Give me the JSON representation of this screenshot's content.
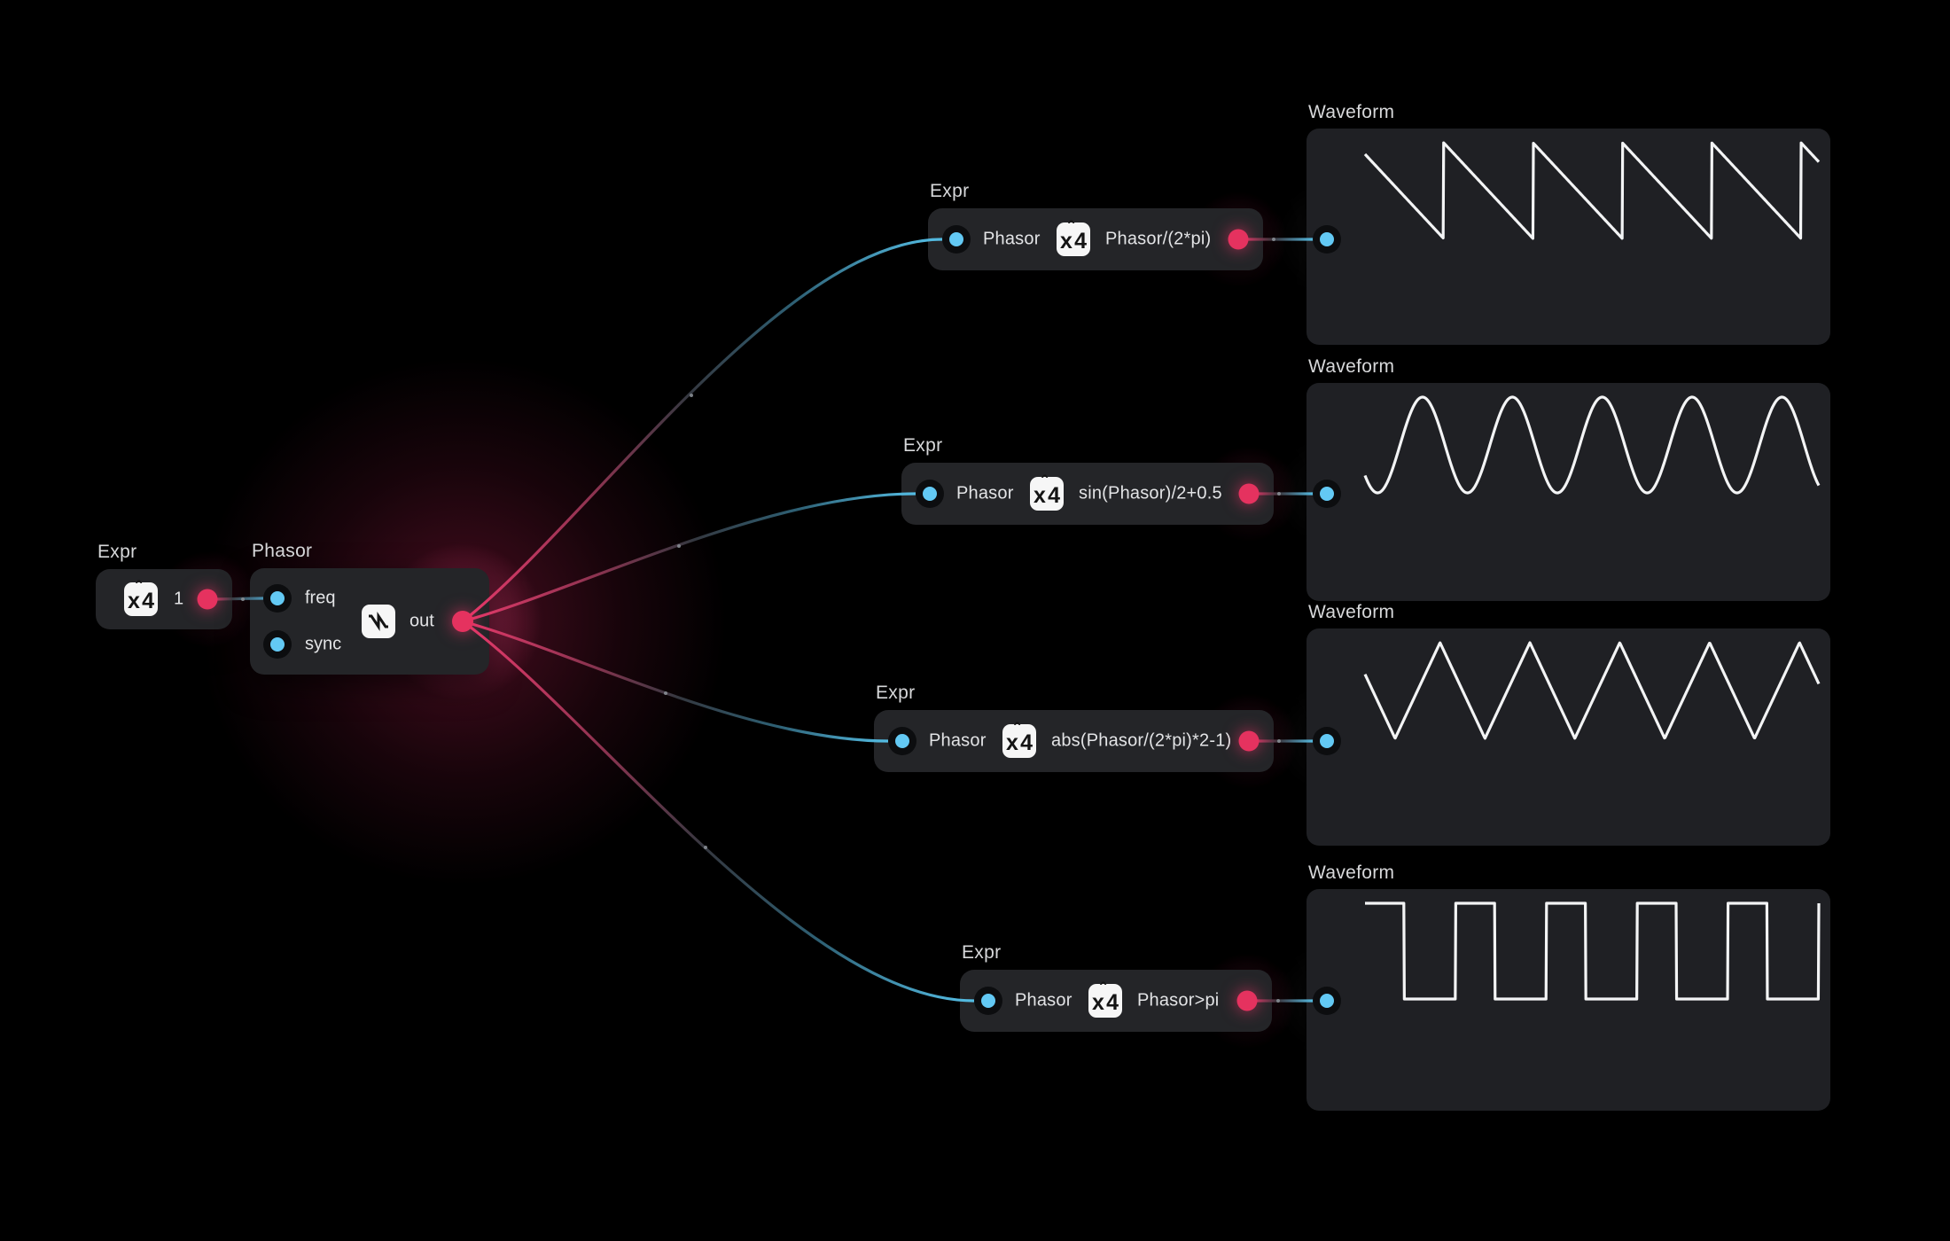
{
  "canvas": {
    "background": "#000000"
  },
  "colors": {
    "pink": "#e5325f",
    "cyan": "#63c9f4",
    "node_bg": "#242528",
    "panel_bg": "#1f2024",
    "wire_mid": "#35383e",
    "wave_stroke": "#f3f4f5",
    "title_text": "#d7d8da",
    "label_text": "#e3e4e6"
  },
  "graph": {
    "source_expr": {
      "title": "Expr",
      "icon": "x4-expression-icon",
      "value": "1"
    },
    "phasor": {
      "title": "Phasor",
      "icon": "sawtooth-wave-icon",
      "inputs": [
        "freq",
        "sync"
      ],
      "output": "out"
    },
    "expr_nodes": [
      {
        "title": "Expr",
        "input": "Phasor",
        "icon": "x4-expression-icon",
        "expression": "Phasor/(2*pi)"
      },
      {
        "title": "Expr",
        "input": "Phasor",
        "icon": "x4-expression-icon",
        "expression": "sin(Phasor)/2+0.5"
      },
      {
        "title": "Expr",
        "input": "Phasor",
        "icon": "x4-expression-icon",
        "expression": "abs(Phasor/(2*pi)*2-1)"
      },
      {
        "title": "Expr",
        "input": "Phasor",
        "icon": "x4-expression-icon",
        "expression": "Phasor>pi"
      }
    ],
    "waveform_panels": [
      {
        "title": "Waveform"
      },
      {
        "title": "Waveform"
      },
      {
        "title": "Waveform"
      },
      {
        "title": "Waveform"
      }
    ]
  },
  "chart_data": [
    {
      "type": "line",
      "title": "Waveform",
      "shape": "sawtooth",
      "cycles": 5.08,
      "phase": 0.12,
      "y_range": [
        0,
        1
      ],
      "source_expression": "Phasor/(2*pi)"
    },
    {
      "type": "line",
      "title": "Waveform",
      "shape": "sine",
      "cycles": 5.05,
      "phase": 0.86,
      "y_range": [
        0,
        1
      ],
      "source_expression": "sin(Phasor)/2+0.5"
    },
    {
      "type": "line",
      "title": "Waveform",
      "shape": "triangle",
      "cycles": 5.05,
      "phase": 0.665,
      "y_range": [
        0,
        1
      ],
      "source_expression": "abs(Phasor/(2*pi)*2-1)"
    },
    {
      "type": "line",
      "title": "Waveform",
      "shape": "square",
      "cycles": 5.0,
      "phase": 0.0,
      "duty": 0.43,
      "y_range": [
        0,
        1
      ],
      "source_expression": "Phasor>pi"
    }
  ]
}
